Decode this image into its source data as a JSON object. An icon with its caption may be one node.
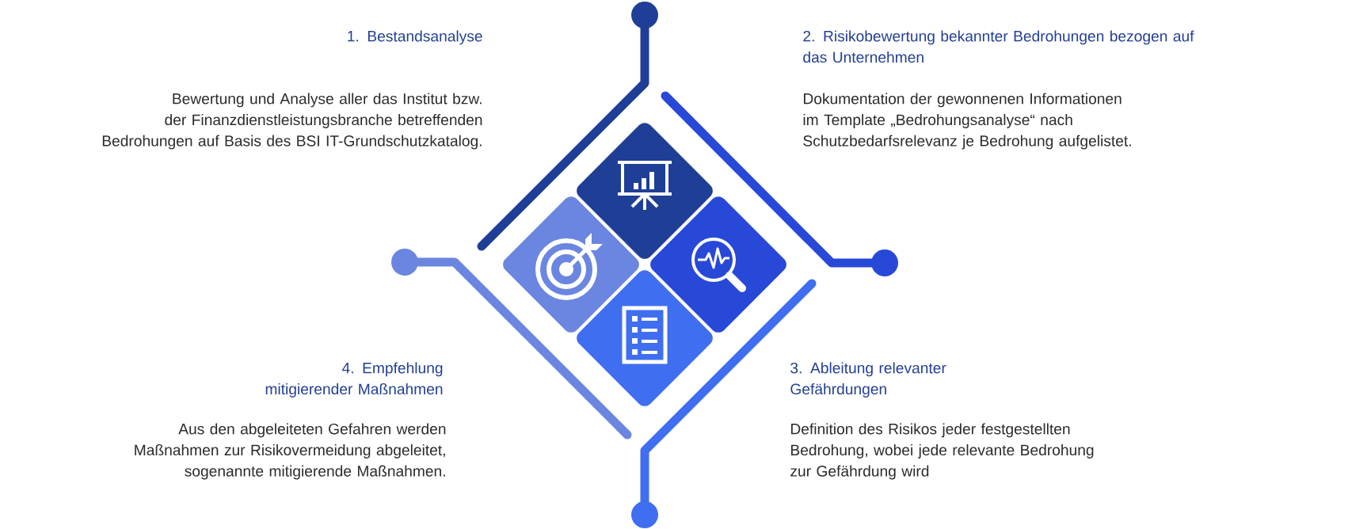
{
  "diagram": {
    "labels": [
      "1. Bestandsanalyse",
      "Bewertung und Analyse aller das Institut bzw. der Finanzdienstleistungsbranche betreffenden Bedrohungen auf Basis des BSI IT-Grundschutzkatalog.",
      "2. Risikobewertung bekannter Bedrohungen bezogen auf das Unternehmen",
      "Dokumentation der gewonnenen Informationen im Template „Bedrohungsanalyse“ nach Schutzbedarfsrelevanz je Bedrohung aufgelistet.",
      "4. Empfehlung mitigierender Maßnahmen",
      "Aus den abgeleiteten Gefahren werden Maßnahmen zur Risikovermeidung abgeleitet, sogenannte mitigierende Maßnahmen.",
      "3. Ableitung relevanter Gefährdungen",
      "Definition des Risikos jeder festgestellten Bedrohung, wobei jede relevante Bedrohung zur Gefährdung wird"
    ]
  }
}
